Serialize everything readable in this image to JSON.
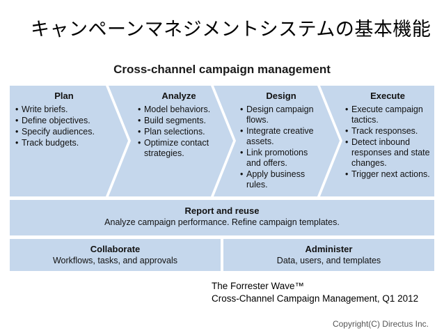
{
  "slide": {
    "title": "キャンペーンマネジメントシステムの基本機能"
  },
  "diagram": {
    "title": "Cross-channel campaign management",
    "stages": [
      {
        "title": "Plan",
        "items": [
          "Write briefs.",
          "Define objectives.",
          "Specify audiences.",
          "Track budgets."
        ]
      },
      {
        "title": "Analyze",
        "items": [
          "Model behaviors.",
          "Build segments.",
          "Plan selections.",
          "Optimize contact strategies."
        ]
      },
      {
        "title": "Design",
        "items": [
          "Design campaign flows.",
          "Integrate creative assets.",
          "Link promotions and offers.",
          "Apply business rules."
        ]
      },
      {
        "title": "Execute",
        "items": [
          "Execute campaign tactics.",
          "Track responses.",
          "Detect inbound responses and state changes.",
          "Trigger next actions."
        ]
      }
    ],
    "report": {
      "title": "Report and reuse",
      "subtitle": "Analyze campaign performance. Refine campaign templates."
    },
    "collaborate": {
      "title": "Collaborate",
      "subtitle": "Workflows, tasks, and approvals"
    },
    "administer": {
      "title": "Administer",
      "subtitle": "Data, users, and templates"
    },
    "colors": {
      "fill": "#c5d7ec",
      "stroke": "#ffffff"
    }
  },
  "citation": {
    "line1": "The Forrester Wave™",
    "line2": "Cross-Channel Campaign Management, Q1 2012"
  },
  "copyright": "Copyright(C)  Directus Inc."
}
